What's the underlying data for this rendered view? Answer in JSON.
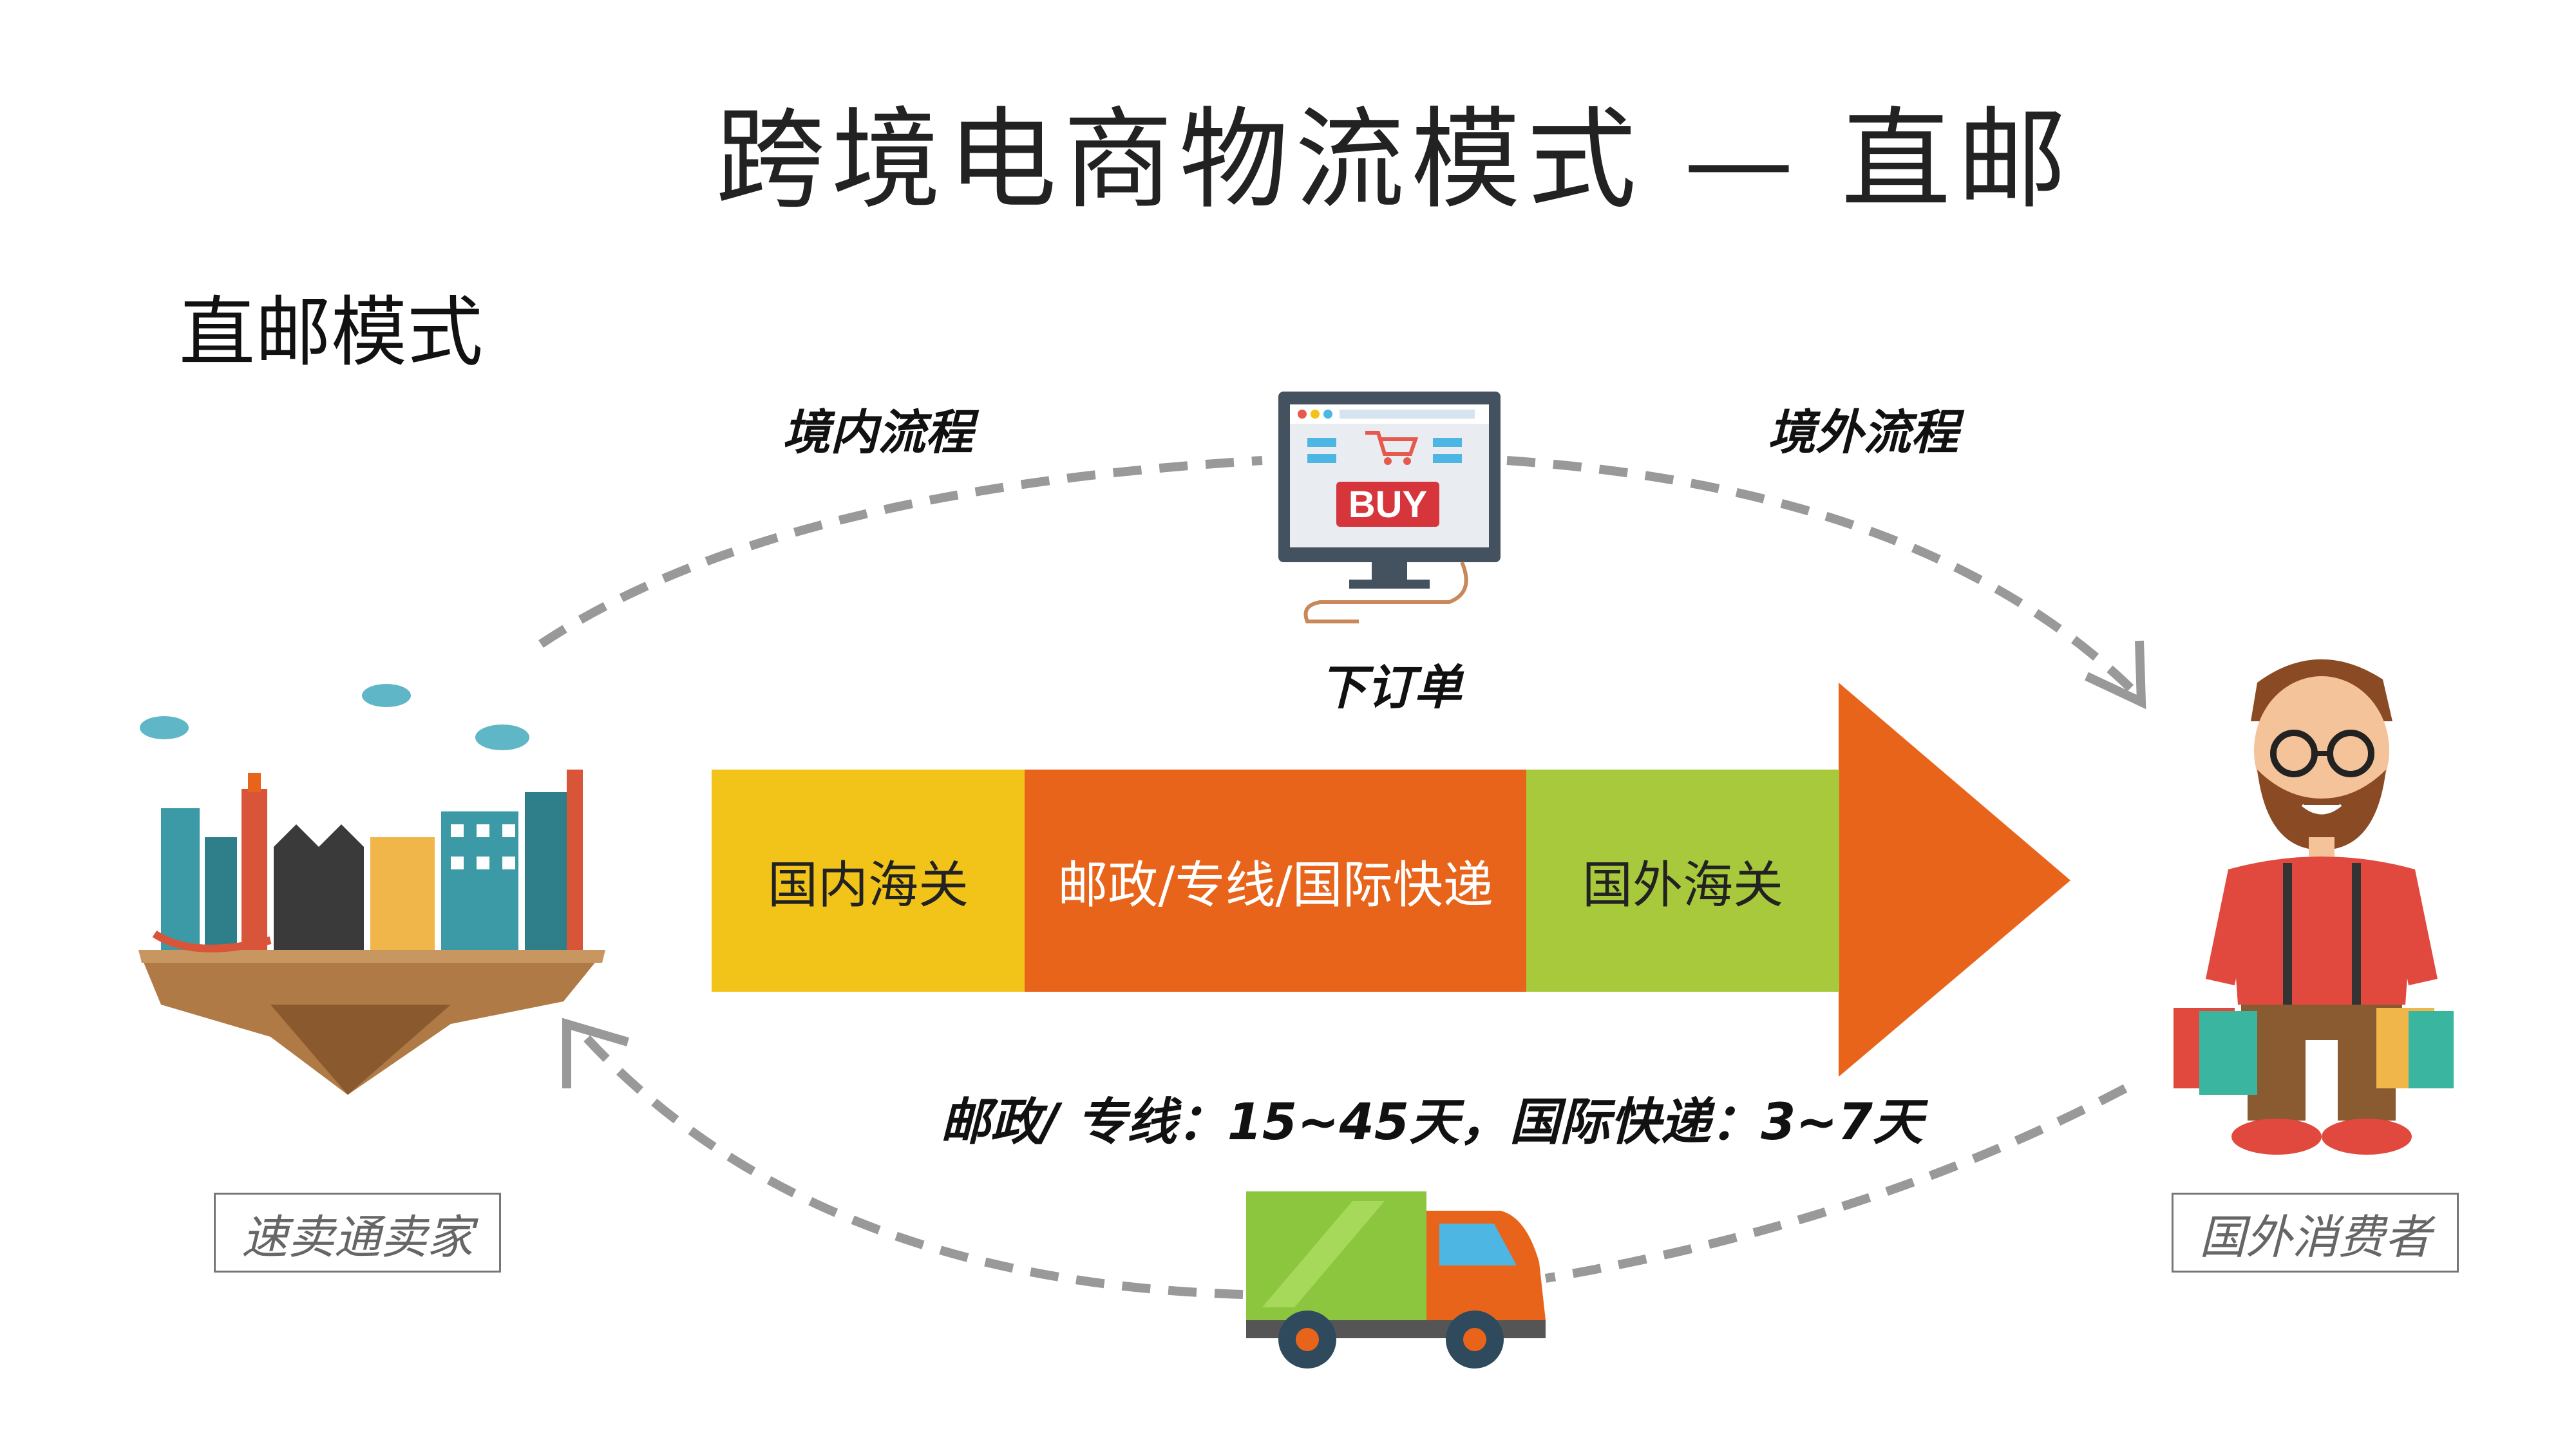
{
  "title": "跨境电商物流模式 — 直邮",
  "subtitle": "直邮模式",
  "flows": {
    "domestic": "境内流程",
    "overseas": "境外流程"
  },
  "order": {
    "label": "下订单",
    "buy_text": "BUY"
  },
  "stages": [
    {
      "label": "国内海关",
      "color": "#f2c41a"
    },
    {
      "label": "邮政/专线/国际快递",
      "color": "#e8641b"
    },
    {
      "label": "国外海关",
      "color": "#a8c93c"
    }
  ],
  "arrow_color": "#e8641b",
  "transit_time": "邮政/ 专线：15~45天，国际快递：3~7天",
  "roles": {
    "seller": "速卖通卖家",
    "consumer": "国外消费者"
  }
}
